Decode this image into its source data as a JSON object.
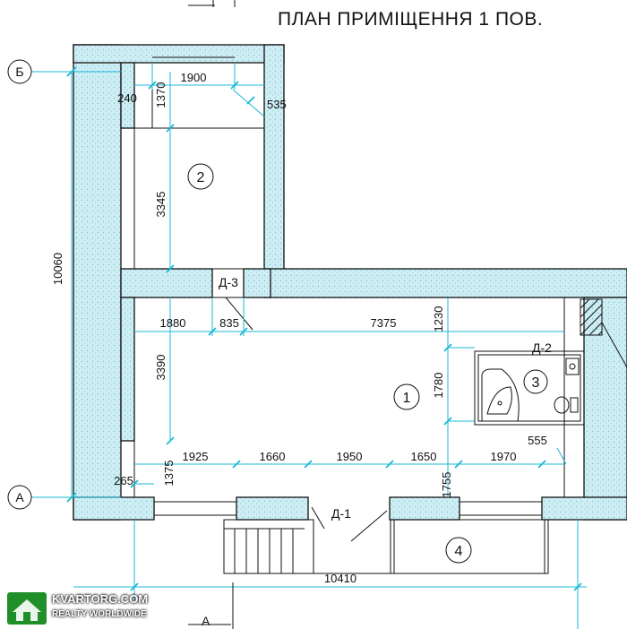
{
  "title": "ПЛАН ПРИМІЩЕННЯ 1 ПОВ.",
  "axes": {
    "top": "Б",
    "bottom": "А",
    "section": "А"
  },
  "rooms": [
    "1",
    "2",
    "3",
    "4"
  ],
  "doors": {
    "d1": "Д-1",
    "d2": "Д-2",
    "d3": "Д-3"
  },
  "dims": {
    "overall_height": "10060",
    "overall_width": "10410",
    "r2_width": "1900",
    "r2_left": "240",
    "r2_top": "1370",
    "r2_right": "535",
    "r2_height": "3345",
    "r1_left": "1880",
    "r1_door": "835",
    "r1_width": "7375",
    "r1_top_right": "1230",
    "r1_left_height": "3390",
    "r1_bath_height": "1780",
    "b1": "1925",
    "b2": "1660",
    "b3": "1950",
    "b4": "1650",
    "b5": "1970",
    "b6": "555",
    "corner": "265",
    "bottom_left": "1375",
    "bottom_right": "1755"
  },
  "watermark": {
    "line1": "KVARTORG.COM",
    "line2": "REALTY WORLDWIDE"
  }
}
